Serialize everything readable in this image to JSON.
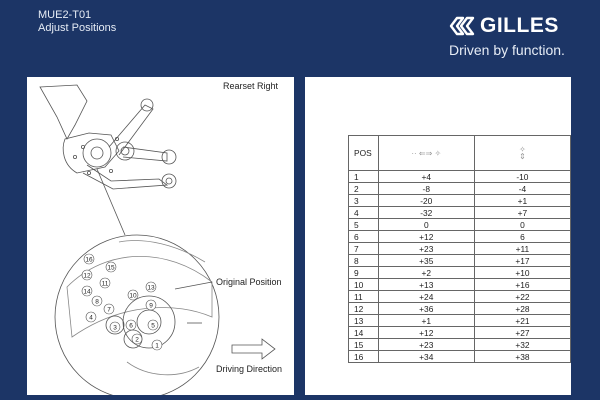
{
  "header": {
    "code": "MUE2-T01",
    "subtitle": "Adjust Positions",
    "brand": "GILLES",
    "tagline": "Driven by function.",
    "icon": "gilles-chevron-logo-icon"
  },
  "colors": {
    "background": "#1c3566",
    "panel": "#ffffff"
  },
  "diagram": {
    "title": "Rearset Right",
    "label_original": "Original Position",
    "label_direction": "Driving Direction",
    "position_numbers": [
      "16",
      "15",
      "12",
      "11",
      "14",
      "8",
      "7",
      "4",
      "3",
      "13",
      "10",
      "9",
      "6",
      "5",
      "2",
      "1"
    ]
  },
  "table": {
    "header_pos": "POS",
    "header_horizontal_icon": "horizontal-arrows-icon",
    "header_vertical_icon": "vertical-arrows-icon",
    "rows": [
      {
        "pos": "1",
        "h": "+4",
        "v": "-10"
      },
      {
        "pos": "2",
        "h": "-8",
        "v": "-4"
      },
      {
        "pos": "3",
        "h": "-20",
        "v": "+1"
      },
      {
        "pos": "4",
        "h": "-32",
        "v": "+7"
      },
      {
        "pos": "5",
        "h": "0",
        "v": "0"
      },
      {
        "pos": "6",
        "h": "+12",
        "v": "6"
      },
      {
        "pos": "7",
        "h": "+23",
        "v": "+11"
      },
      {
        "pos": "8",
        "h": "+35",
        "v": "+17"
      },
      {
        "pos": "9",
        "h": "+2",
        "v": "+10"
      },
      {
        "pos": "10",
        "h": "+13",
        "v": "+16"
      },
      {
        "pos": "11",
        "h": "+24",
        "v": "+22"
      },
      {
        "pos": "12",
        "h": "+36",
        "v": "+28"
      },
      {
        "pos": "13",
        "h": "+1",
        "v": "+21"
      },
      {
        "pos": "14",
        "h": "+12",
        "v": "+27"
      },
      {
        "pos": "15",
        "h": "+23",
        "v": "+32"
      },
      {
        "pos": "16",
        "h": "+34",
        "v": "+38"
      }
    ]
  }
}
